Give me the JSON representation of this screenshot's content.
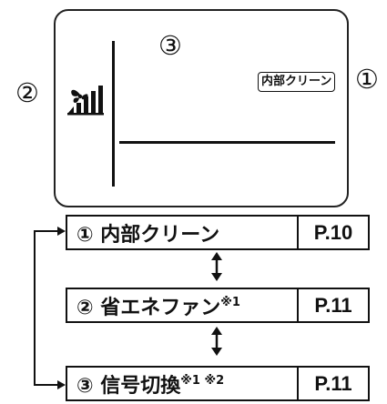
{
  "display": {
    "callout_3": "③",
    "callout_2": "②",
    "callout_1": "①",
    "indicator_label": "内部クリーン"
  },
  "rows": [
    {
      "label": "① 内部クリーン",
      "note": "",
      "page": "P.10"
    },
    {
      "label": "② 省エネファン",
      "note": "※1",
      "page": "P.11"
    },
    {
      "label": "③ 信号切換",
      "note": "※1 ※2",
      "page": "P.11"
    }
  ]
}
